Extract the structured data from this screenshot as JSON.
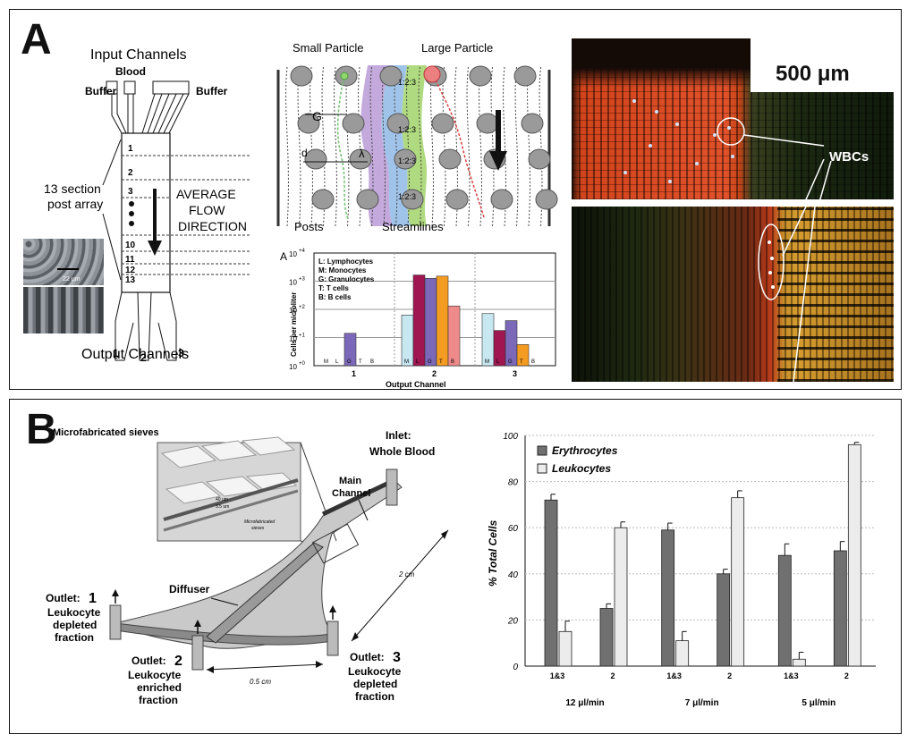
{
  "panel_a": {
    "letter": "A",
    "schematic": {
      "input_channels": "Input Channels",
      "blood": "Blood",
      "buffer_left": "Buffer",
      "buffer_right": "Buffer",
      "section_label_1": "13 section",
      "section_label_2": "post array",
      "flow_label_1": "AVERAGE",
      "flow_label_2": "FLOW",
      "flow_label_3": "DIRECTION",
      "section_numbers": [
        "1",
        "2",
        "3",
        "10",
        "11",
        "12",
        "13"
      ],
      "output_numbers": [
        "1",
        "2",
        "3"
      ],
      "output_channels": "Output Channels",
      "sem_scale": "22 µm"
    },
    "post_diagram": {
      "small_particle": "Small Particle",
      "large_particle": "Large Particle",
      "gap_label": "G",
      "diameter_label": "d",
      "lambda_label": "λ",
      "stream_labels": [
        "1",
        "2",
        "3"
      ],
      "posts_label": "Posts",
      "streamlines_label": "Streamlines",
      "colors": {
        "blue": "#8fb9e6",
        "purple": "#b99ad6",
        "green": "#a7d672",
        "post": "#9a9a9a"
      }
    },
    "micrograph": {
      "scale_label": "500 μm",
      "wbcs_label": "WBCs"
    }
  },
  "panel_b": {
    "letter": "B",
    "device": {
      "title": "Microfabricated sieves",
      "inset_dim1": "40 um",
      "inset_dim2": "3.5 um",
      "inset_caption_1": "Microfabricated",
      "inset_caption_2": "sieves",
      "inlet_1": "Inlet:",
      "inlet_2": "Whole Blood",
      "main_channel_1": "Main",
      "main_channel_2": "Channel",
      "diffuser": "Diffuser",
      "dim_long": "2 cm",
      "dim_short": "0.5 cm",
      "outlet1_prefix": "Outlet:",
      "outlet1_num": "1",
      "outlet1_l1": "Leukocyte",
      "outlet1_l2": "depleted",
      "outlet1_l3": "fraction",
      "outlet2_prefix": "Outlet:",
      "outlet2_num": "2",
      "outlet2_l1": "Leukocyte",
      "outlet2_l2": "enriched",
      "outlet2_l3": "fraction",
      "outlet3_prefix": "Outlet:",
      "outlet3_num": "3",
      "outlet3_l1": "Leukocyte",
      "outlet3_l2": "depleted",
      "outlet3_l3": "fraction"
    }
  },
  "chart_data": [
    {
      "type": "bar",
      "scale": "log",
      "panel_label": "A",
      "ylabel": "Cells per microliter",
      "xlabel": "Output Channel",
      "ytick_labels": [
        "10",
        "+0",
        "10",
        "+1",
        "10",
        "+2",
        "10",
        "+3",
        "10",
        "+4"
      ],
      "ylim_exp": [
        0,
        4
      ],
      "groups": [
        "1",
        "2",
        "3"
      ],
      "bar_letters": [
        "M",
        "L",
        "G",
        "T",
        "B"
      ],
      "legend": [
        "L: Lymphocytes",
        "M: Monocytes",
        "G: Granulocytes",
        "T: T cells",
        "B: B cells"
      ],
      "series_colors": [
        "#c7e7f1",
        "#a01650",
        "#7b68b8",
        "#f49b22",
        "#ef8a8a"
      ],
      "values_exp": [
        [
          0,
          0,
          1.15,
          0,
          0
        ],
        [
          1.8,
          3.22,
          3.1,
          3.18,
          2.12
        ],
        [
          1.85,
          1.25,
          1.6,
          0.75,
          0
        ]
      ]
    },
    {
      "type": "bar",
      "ylabel": "% Total Cells",
      "ylim": [
        0,
        100
      ],
      "yticks": [
        "0",
        "20",
        "40",
        "60",
        "80",
        "100"
      ],
      "grid": true,
      "legend_placement": "top-left",
      "series": [
        {
          "name": "Erythrocytes",
          "color": "#707070"
        },
        {
          "name": "Leukocytes",
          "color": "#ececec"
        }
      ],
      "groups": [
        {
          "label": "12 μl/min",
          "bars": [
            {
              "label": "1&3",
              "erythrocytes": 72,
              "leukocytes": 15,
              "err": [
                2.5,
                4.5
              ]
            },
            {
              "label": "2",
              "erythrocytes": 25,
              "leukocytes": 60,
              "err": [
                2,
                2.5
              ]
            }
          ]
        },
        {
          "label": "7 μl/min",
          "bars": [
            {
              "label": "1&3",
              "erythrocytes": 59,
              "leukocytes": 11,
              "err": [
                3,
                4
              ]
            },
            {
              "label": "2",
              "erythrocytes": 40,
              "leukocytes": 73,
              "err": [
                2,
                3
              ]
            }
          ]
        },
        {
          "label": "5 μl/min",
          "bars": [
            {
              "label": "1&3",
              "erythrocytes": 48,
              "leukocytes": 3,
              "err": [
                5,
                3
              ]
            },
            {
              "label": "2",
              "erythrocytes": 50,
              "leukocytes": 96,
              "err": [
                4,
                1
              ]
            }
          ]
        }
      ]
    }
  ]
}
